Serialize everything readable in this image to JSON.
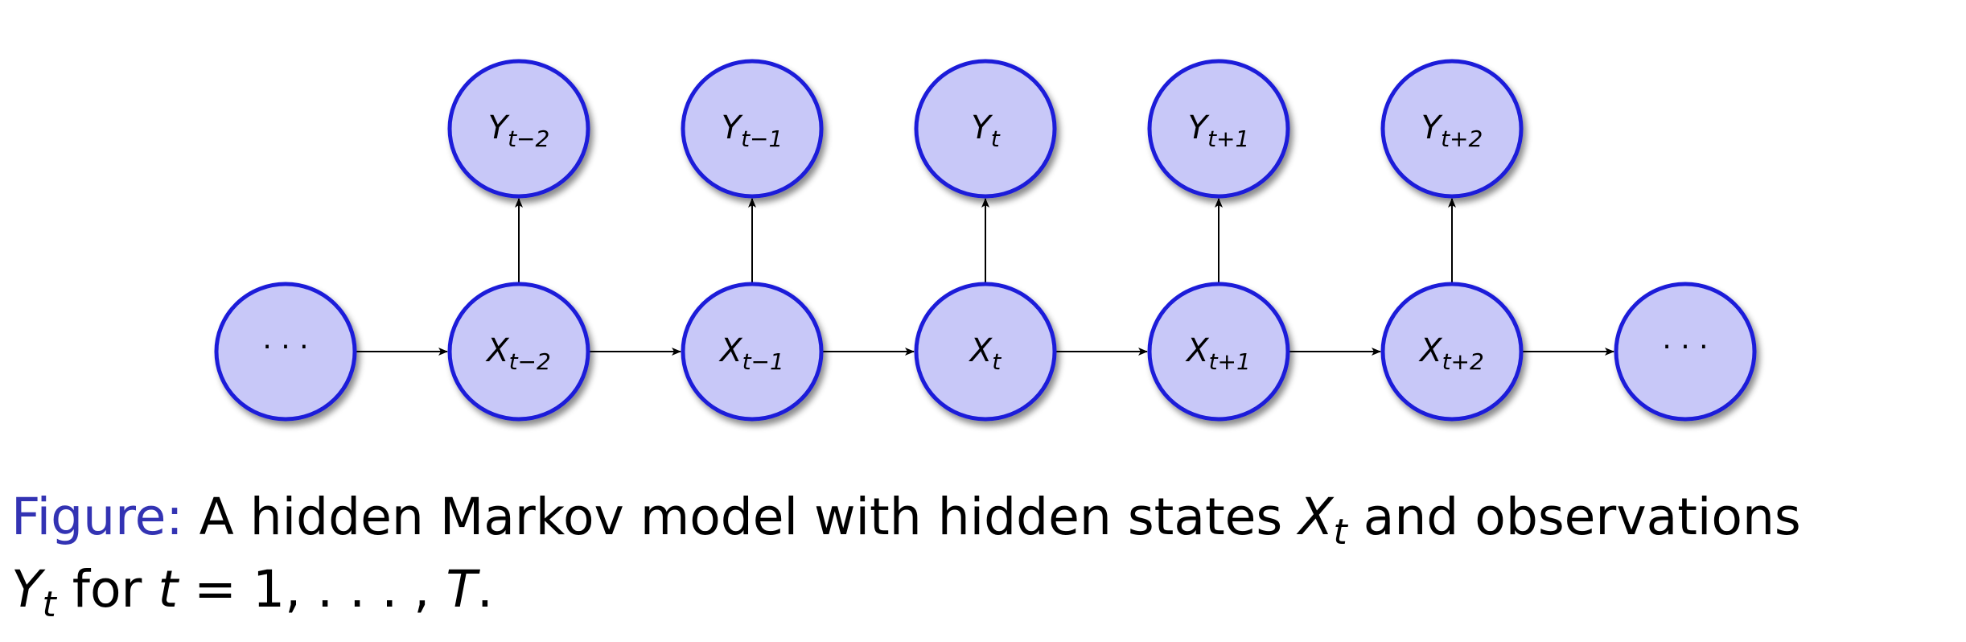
{
  "colors": {
    "node_fill": "#c8c8f8",
    "node_stroke": "#1a1ad9",
    "edge": "#000000",
    "figure_label": "#3333b3"
  },
  "diagram": {
    "observations": [
      {
        "base": "Y",
        "sub": "t−2"
      },
      {
        "base": "Y",
        "sub": "t−1"
      },
      {
        "base": "Y",
        "sub": "t"
      },
      {
        "base": "Y",
        "sub": "t+1"
      },
      {
        "base": "Y",
        "sub": "t+2"
      }
    ],
    "states": [
      {
        "base": "X",
        "sub": "t−2"
      },
      {
        "base": "X",
        "sub": "t−1"
      },
      {
        "base": "X",
        "sub": "t"
      },
      {
        "base": "X",
        "sub": "t+1"
      },
      {
        "base": "X",
        "sub": "t+2"
      }
    ],
    "ellipsis": "· · ·",
    "edges": {
      "chain": "X → X (left to right)",
      "emission": "X → Y (upward)"
    }
  },
  "caption": {
    "figure_label": "Figure:",
    "part1": "A hidden Markov model with hidden states",
    "x_var": "X",
    "x_sub": "t",
    "part2": "and observations",
    "y_var": "Y",
    "y_sub": "t",
    "part3": "for",
    "t_var": "t",
    "part4": "= 1, . . . ,",
    "T_var": "T",
    "part5": "."
  }
}
